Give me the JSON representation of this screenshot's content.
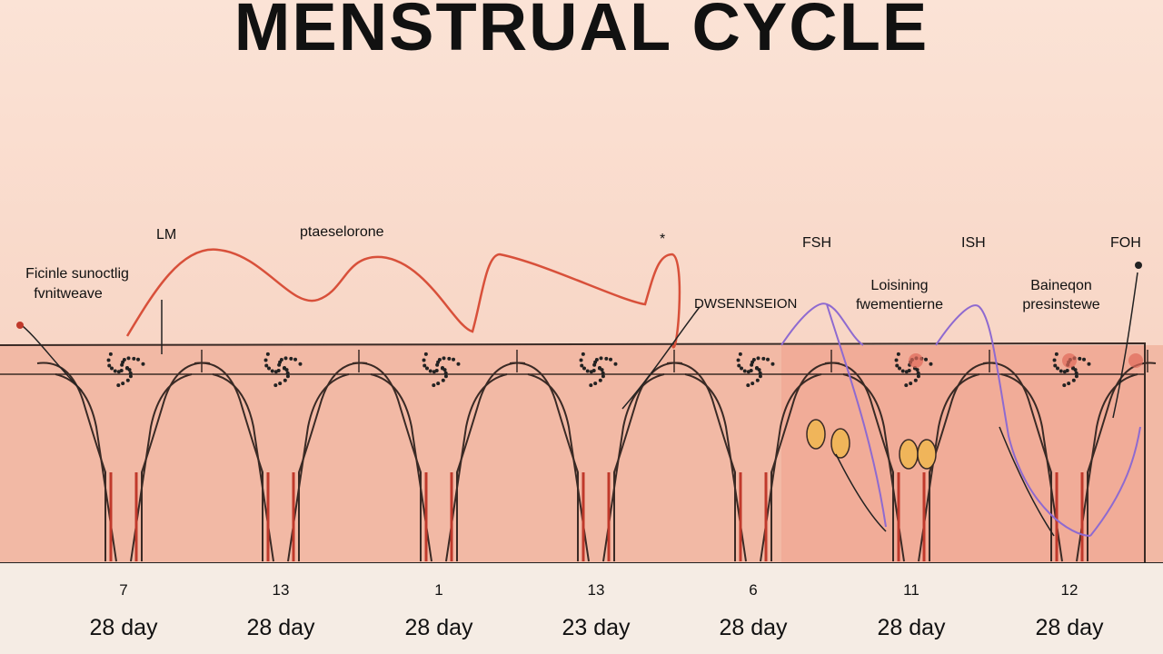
{
  "title": "MENSTRUAL CYCLE",
  "labels": {
    "lm": "LM",
    "progesterone": "ptaeselorone",
    "star": "*",
    "fsh1": "FSH",
    "fsh2": "ISH",
    "fsh3": "FOH",
    "follicle_line1": "Ficinle sunoctlig",
    "follicle_line2": "fvnitweave",
    "dwsen": "DWSENNSEION",
    "lois_line1": "Loisining",
    "lois_line2": "fwementierne",
    "bain_line1": "Baineqon",
    "bain_line2": "presinstewe"
  },
  "days": [
    {
      "num": "7",
      "label": "28 day"
    },
    {
      "num": "13",
      "label": "28 day"
    },
    {
      "num": "1",
      "label": "28 day"
    },
    {
      "num": "13",
      "label": "23 day"
    },
    {
      "num": "6",
      "label": "28 day"
    },
    {
      "num": "11",
      "label": "28 day"
    },
    {
      "num": "12",
      "label": "28 day"
    }
  ],
  "colors": {
    "background": "#f9dccc",
    "tissue": "#f2b9a5",
    "hormone_red": "#d8503a",
    "hormone_purple": "#8e6ad0",
    "outline": "#3a2a25"
  }
}
